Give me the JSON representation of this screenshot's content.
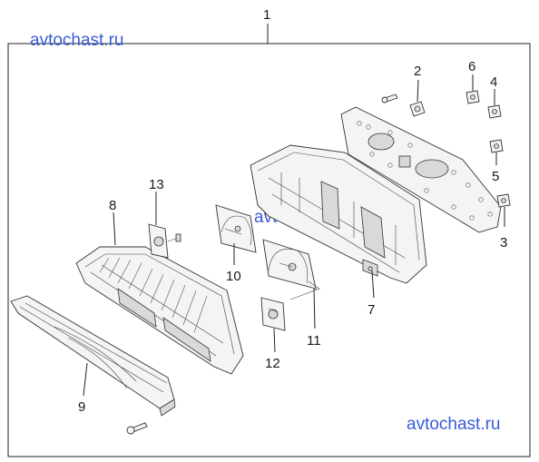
{
  "watermarks": [
    "avtochast.ru",
    "avtochast.ru",
    "avtochast.ru"
  ],
  "callouts": {
    "c1": "1",
    "c2": "2",
    "c3": "3",
    "c4": "4",
    "c5": "5",
    "c6": "6",
    "c7": "7",
    "c8": "8",
    "c9": "9",
    "c10": "10",
    "c11": "11",
    "c12": "12",
    "c13": "13"
  }
}
